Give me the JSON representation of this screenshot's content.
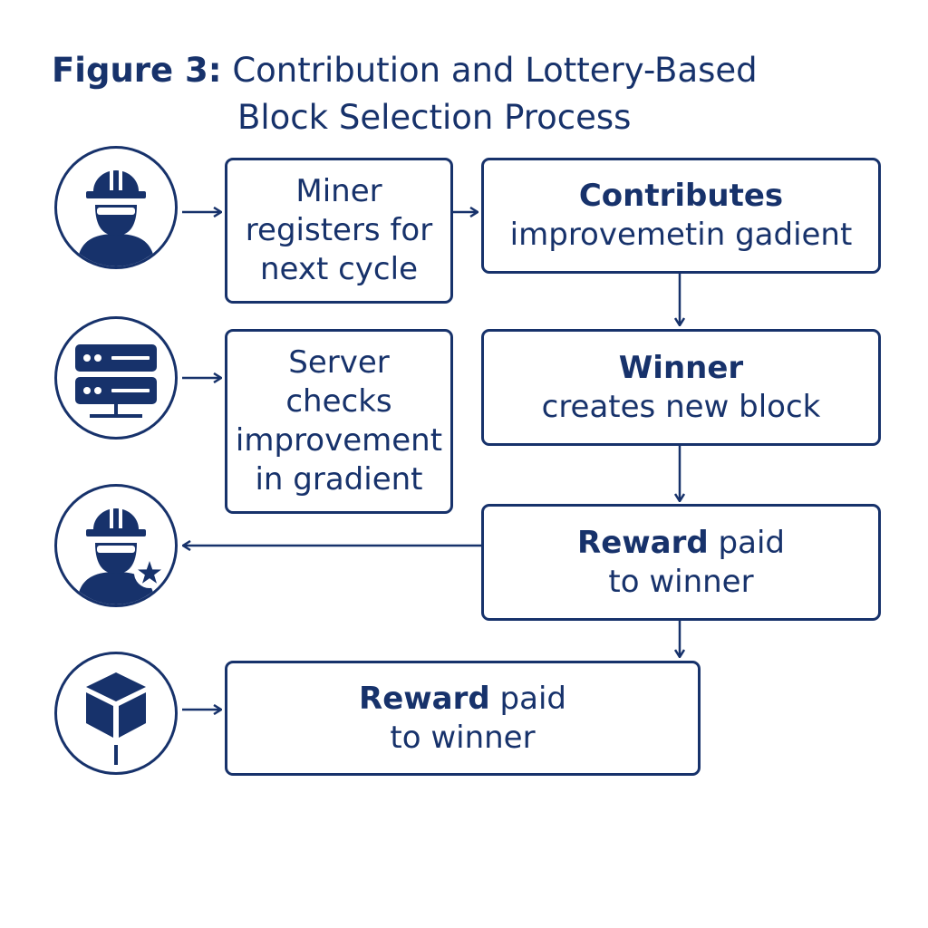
{
  "title": {
    "figure_label": "Figure 3:",
    "line1": "Contribution and Lottery-Based",
    "line2": "Block Selection Process"
  },
  "icons": {
    "miner": "miner-icon",
    "server": "server-icon",
    "winner_miner": "winner-miner-icon",
    "block": "block-icon"
  },
  "steps": {
    "register": {
      "line1": "Miner",
      "line2": "registers for",
      "line3": "next cycle"
    },
    "contributes": {
      "heading": "Contributes",
      "body": "improvemetin gadient"
    },
    "server_check": {
      "line1": "Server",
      "line2": "checks",
      "line3": "improvement",
      "line4": "in gradient"
    },
    "winner": {
      "heading": "Winner",
      "body": "creates new block"
    },
    "reward_1": {
      "heading": "Reward",
      "heading_rest": "paid",
      "body": "to winner"
    },
    "reward_2": {
      "heading": "Reward",
      "heading_rest": "paid",
      "body": "to winner"
    }
  },
  "colors": {
    "primary": "#17326b",
    "background": "#ffffff"
  }
}
